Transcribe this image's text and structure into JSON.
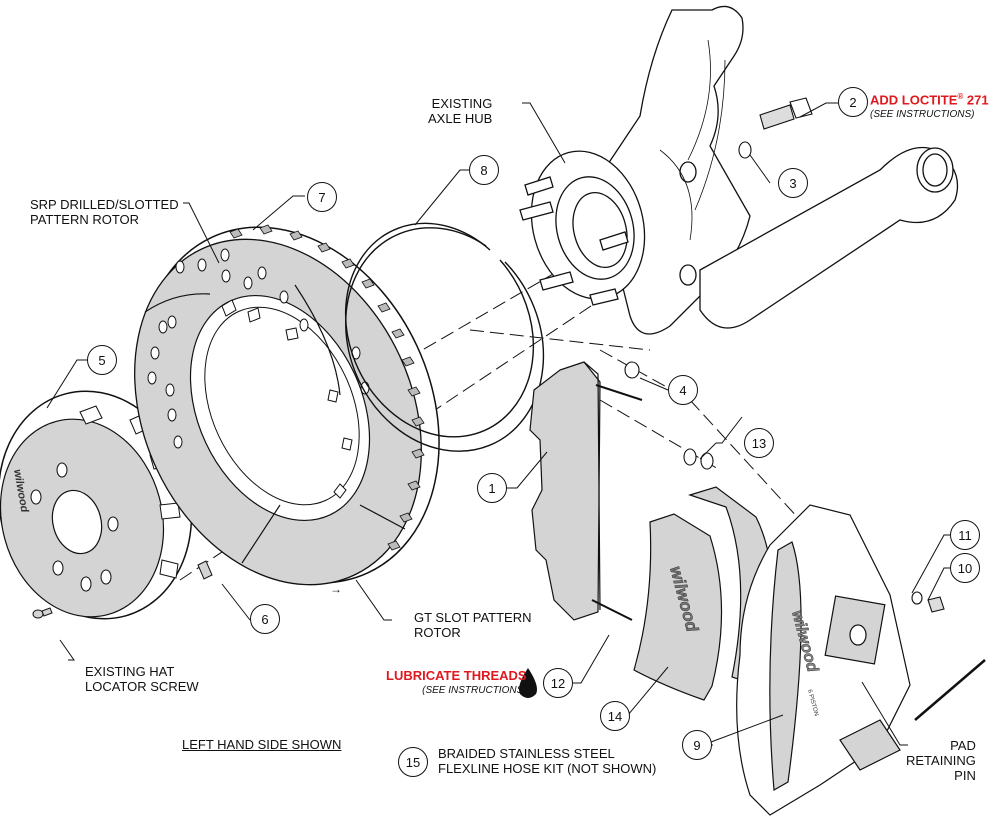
{
  "title": "Brake Kit Exploded Assembly Diagram",
  "labels": {
    "axle_hub": [
      "EXISTING",
      "AXLE HUB"
    ],
    "rotor_drilled": [
      "SRP DRILLED/SLOTTED",
      "PATTERN ROTOR"
    ],
    "rotor_gt": [
      "GT SLOT PATTERN",
      "ROTOR"
    ],
    "hat_screw": [
      "EXISTING HAT",
      "LOCATOR SCREW"
    ],
    "pad_pin": [
      "PAD",
      "RETAINING",
      "PIN"
    ],
    "side_shown": "LEFT HAND SIDE SHOWN",
    "hose_kit": [
      "BRAIDED STAINLESS STEEL",
      "FLEXLINE HOSE KIT (NOT SHOWN)"
    ]
  },
  "notes": {
    "loctite": {
      "text": "ADD LOCTITE",
      "reg": "®",
      "suffix": " 271",
      "sub": "(SEE INSTRUCTIONS)"
    },
    "lubricate": {
      "text": "LUBRICATE THREADS",
      "sub": "(SEE INSTRUCTIONS)"
    }
  },
  "callouts": [
    "1",
    "2",
    "3",
    "4",
    "5",
    "6",
    "7",
    "8",
    "9",
    "10",
    "11",
    "12",
    "13",
    "14",
    "15"
  ],
  "brand_marks": {
    "pad": "wilwood",
    "caliper": "wilwood",
    "hat": "wilwood",
    "caliper_sub": "6 PISTON"
  },
  "colors": {
    "accent_red": "#e0191f",
    "part_gray": "#d4d4d4",
    "line": "#111111"
  }
}
